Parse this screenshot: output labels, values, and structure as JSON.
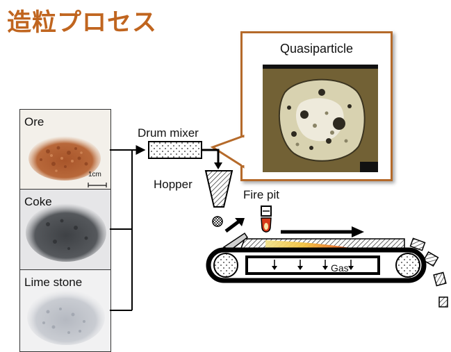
{
  "title": "造粒プロセス",
  "materials": [
    {
      "label": "Ore",
      "scale": "1cm"
    },
    {
      "label": "Coke"
    },
    {
      "label": "Lime stone"
    }
  ],
  "labels": {
    "drum_mixer": "Drum mixer",
    "hopper": "Hopper",
    "fire_pit": "Fire pit",
    "gas": "Gas",
    "quasiparticle": "Quasiparticle"
  },
  "colors": {
    "title": "#c0651f",
    "callout_border": "#b56a2a",
    "ore": "#b8683a",
    "coke": "#55585c",
    "lime": "#c9ccd2",
    "flame": "#d63a1a"
  }
}
